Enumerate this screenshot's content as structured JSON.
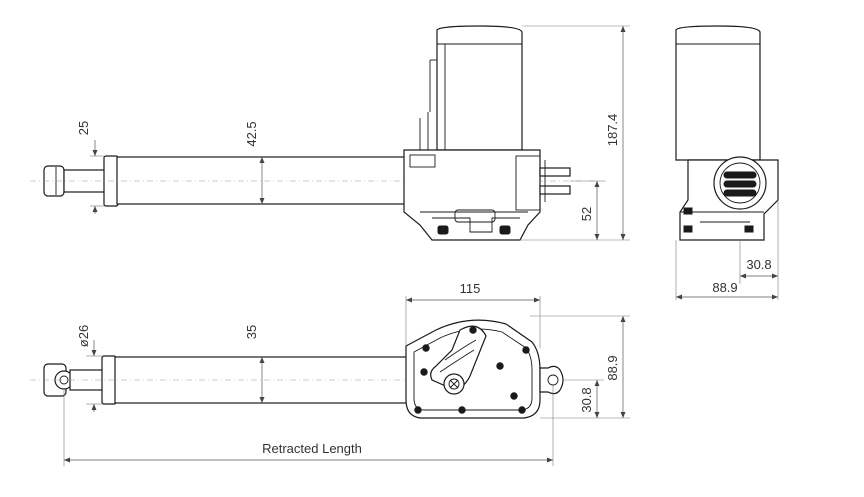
{
  "diagram": {
    "dimensions": {
      "top_rod_dia": "25",
      "top_tube_height": "42.5",
      "total_height": "187.4",
      "mount_offset_top": "52",
      "side_offset": "30.8",
      "side_width": "88.9",
      "gear_width": "115",
      "bottom_rod_dia": "ø26",
      "bottom_tube_dia": "35",
      "bottom_height": "88.9",
      "bottom_offset": "30.8",
      "retracted_length": "Retracted Length"
    },
    "colors": {
      "line": "#1a1a1a",
      "dimension": "#555555"
    }
  }
}
